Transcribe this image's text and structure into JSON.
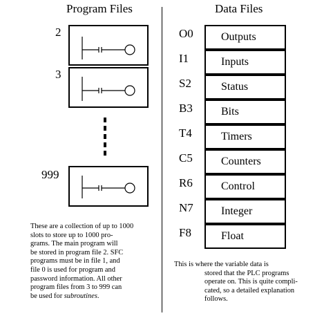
{
  "program_files": {
    "title": "Program Files",
    "files": [
      {
        "number": "2"
      },
      {
        "number": "3"
      },
      {
        "number": "999"
      }
    ],
    "note_lines": [
      "These are a collection of up to 1000",
      "slots to store up to 1000 pro-",
      "grams. The main program will",
      "be stored in program file 2. SFC",
      "programs must be in file 1, and",
      "file 0 is used for program and",
      "password information. All other",
      "program files from 3 to 999 can",
      "be used for "
    ],
    "note_italic": "subroutines",
    "note_end": "."
  },
  "data_files": {
    "title": "Data Files",
    "files": [
      {
        "code": "O0",
        "name": "Outputs"
      },
      {
        "code": "I1",
        "name": "Inputs"
      },
      {
        "code": "S2",
        "name": "Status"
      },
      {
        "code": "B3",
        "name": "Bits"
      },
      {
        "code": "T4",
        "name": "Timers"
      },
      {
        "code": "C5",
        "name": "Counters"
      },
      {
        "code": "R6",
        "name": "Control"
      },
      {
        "code": "N7",
        "name": "Integer"
      },
      {
        "code": "F8",
        "name": "Float"
      }
    ],
    "note_lines": [
      "This is where the variable data is",
      "stored that the PLC programs",
      "operate on. This is quite compli-",
      "cated, so a detailed explanation",
      "follows."
    ]
  }
}
